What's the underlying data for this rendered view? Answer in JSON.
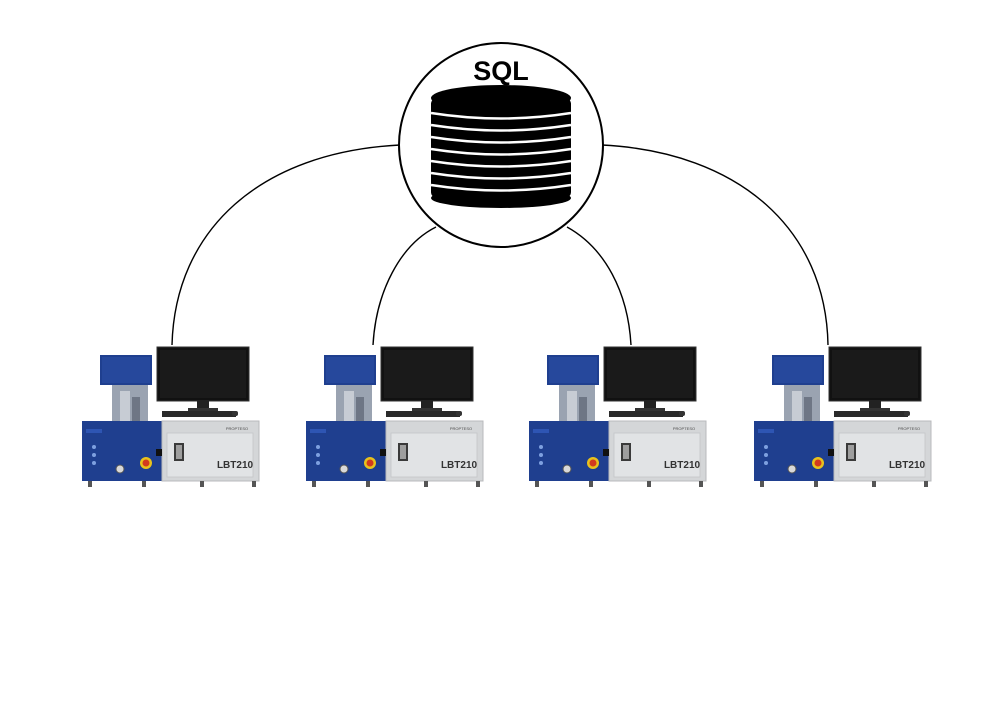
{
  "database": {
    "label": "SQL",
    "icon": "database-stack-icon"
  },
  "machines": [
    {
      "model": "LBT210",
      "brand": "PROPTESO"
    },
    {
      "model": "LBT210",
      "brand": "PROPTESO"
    },
    {
      "model": "LBT210",
      "brand": "PROPTESO"
    },
    {
      "model": "LBT210",
      "brand": "PROPTESO"
    }
  ],
  "colors": {
    "background": "#ffffff",
    "line": "#000000",
    "machine_blue": "#1f3f8f",
    "machine_gray": "#d4d6d8",
    "monitor": "#111111",
    "button_red": "#d23a1e"
  }
}
